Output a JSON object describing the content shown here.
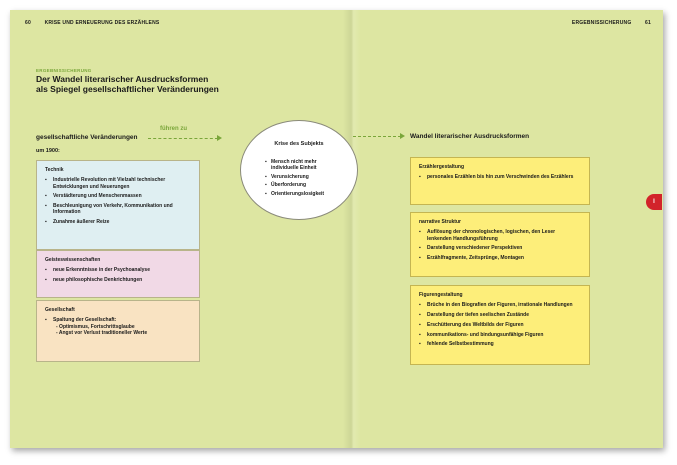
{
  "header": {
    "left_page_number": "60",
    "left_title": "KRISE UND ERNEUERUNG DES ERZÄHLENS",
    "right_title": "ERGEBNISSICHERUNG",
    "right_page_number": "61"
  },
  "section_label": "ERGEBNISSICHERUNG",
  "title_line1": "Der Wandel literarischer Ausdrucksformen",
  "title_line2": "als Spiegel gesellschaftlicher Veränderungen",
  "left_heading": "gesellschaftliche Veränderungen",
  "arrow_label": "führen zu",
  "era": "um 1900:",
  "technik": {
    "title": "Technik",
    "items": [
      "Industrielle Revolution mit Vielzahl technischer Entwicklungen und Neuerungen",
      "Verstädterung und Menschenmassen",
      "Beschleunigung von Verkehr, Kommunikation und Information",
      "Zunahme äußerer Reize"
    ]
  },
  "geist": {
    "title": "Geisteswissenschaften",
    "items": [
      "neue Erkenntnisse in der Psychoanalyse",
      "neue philosophische Denkrichtungen"
    ]
  },
  "gesellschaft": {
    "title": "Gesellschaft",
    "items": [
      "Spaltung der Gesellschaft:"
    ],
    "subitems": [
      "- Optimismus, Fortschrittsglaube",
      "- Angst vor Verlust traditioneller Werte"
    ]
  },
  "circle": {
    "title": "Krise des Subjekts",
    "items": [
      "Mensch nicht mehr individuelle Einheit",
      "Verunsicherung",
      "Überforderung",
      "Orientierungslosigkeit"
    ]
  },
  "right_heading": "Wandel literarischer Ausdrucksformen",
  "erzaehler": {
    "title": "Erzählergestaltung",
    "items": [
      "personales Erzählen bis hin zum Verschwinden des Erzählers"
    ]
  },
  "struktur": {
    "title": "narrative Struktur",
    "items": [
      "Auflösung der chronologischen, logischen, den Leser lenkenden Handlungsführung",
      "Darstellung verschiedener Perspektiven",
      "Erzählfragmente, Zeitsprünge, Montagen"
    ]
  },
  "figuren": {
    "title": "Figurengestaltung",
    "items": [
      "Brüche in den Biografien der Figuren, irrationale Handlungen",
      "Darstellung der tiefen seelischen Zustände",
      "Erschütterung des Weltbilds der Figuren",
      "kommunikations- und bindungsunfähige Figuren",
      "fehlende Selbstbestimmung"
    ]
  },
  "tab_label": "I",
  "colors": {
    "page": "#dde6a2",
    "accent_green": "#7aa63a",
    "yellow_box": "#fdee7a",
    "tab_red": "#d2232a"
  }
}
